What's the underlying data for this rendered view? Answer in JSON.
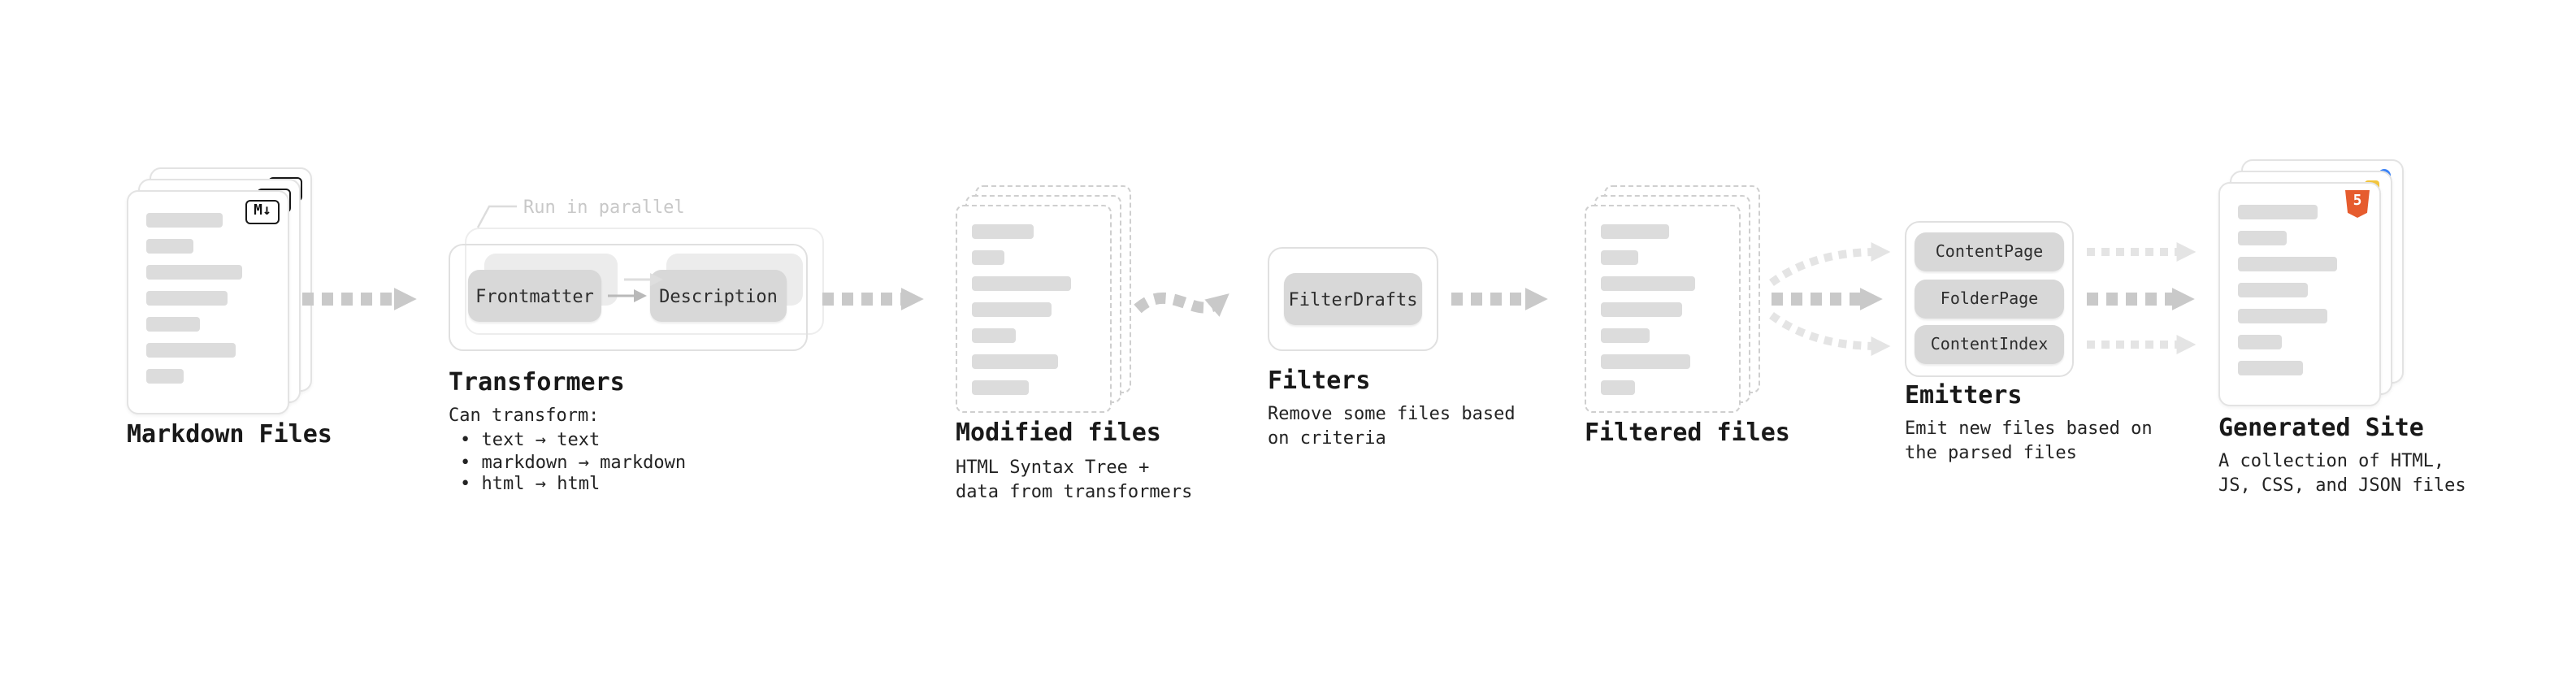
{
  "nodes": {
    "markdown_files": {
      "label": "Markdown Files",
      "badge": "M↓"
    },
    "transformers": {
      "label": "Transformers",
      "note": "Run in parallel",
      "buttons": [
        "Frontmatter",
        "Description"
      ],
      "detail_title": "Can transform:",
      "bullets": [
        "• text → text",
        "• markdown → markdown",
        "• html → html"
      ]
    },
    "modified_files": {
      "label": "Modified files",
      "detail": "HTML Syntax Tree +\ndata from transformers"
    },
    "filters": {
      "label": "Filters",
      "buttons": [
        "FilterDrafts"
      ],
      "detail": "Remove some files based\non criteria"
    },
    "filtered_files": {
      "label": "Filtered files"
    },
    "emitters": {
      "label": "Emitters",
      "buttons": [
        "ContentPage",
        "FolderPage",
        "ContentIndex"
      ],
      "detail": "Emit new files based on\nthe parsed files"
    },
    "generated_site": {
      "label": "Generated Site",
      "badge": "5",
      "detail": "A collection of HTML,\nJS, CSS, and JSON files"
    }
  },
  "colors": {
    "arrow": "#c9c9c9",
    "arrow_light": "#e4e4e4",
    "chip_bg": "#d8d8d8",
    "html5_orange": "#e65c2e"
  }
}
